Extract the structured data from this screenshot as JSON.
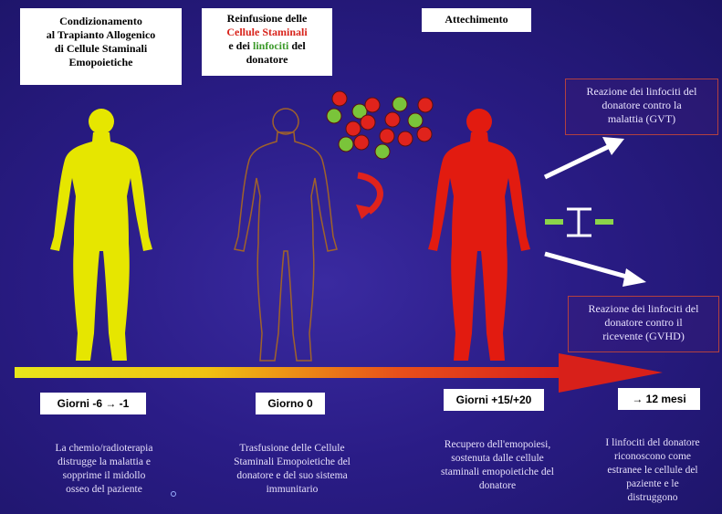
{
  "header_boxes": {
    "conditioning": [
      "Condizionamento",
      "al Trapianto Allogenico",
      "di Cellule Staminali",
      "Emopoietiche"
    ],
    "reinfusion": {
      "line1": "Reinfusione delle",
      "line2": "Cellule Staminali",
      "line3_a": "e dei ",
      "line3_b": "linfociti",
      "line3_c": " del",
      "line4": "donatore"
    },
    "engraftment": "Attechimento"
  },
  "outcome_boxes": {
    "gvt": [
      "Reazione dei linfociti del",
      "donatore contro la",
      "malattia (GVT)"
    ],
    "gvhd": [
      "Reazione dei linfociti del",
      "donatore contro il",
      "ricevente (GVHD)"
    ]
  },
  "timeline": {
    "labels": [
      "Giorni -6 → -1",
      "Giorno 0",
      "Giorni +15/+20",
      "→ 12 mesi"
    ]
  },
  "descriptions": {
    "d1": [
      "La chemio/radioterapia",
      "distrugge la malattia e",
      "sopprime il midollo",
      "osseo del paziente"
    ],
    "d2": [
      "Trasfusione delle Cellule",
      "Staminali Emopoietiche del",
      "donatore e del suo sistema",
      "immunitario"
    ],
    "d3": [
      "Recupero dell'emopoiesi,",
      "sostenuta dalle cellule",
      "staminali emopoietiche del",
      "donatore"
    ],
    "d4": [
      "I linfociti del donatore",
      "riconoscono come",
      "estranee le cellule del",
      "paziente e le",
      "distruggono"
    ]
  },
  "colors": {
    "background": "#2a1c86",
    "patient_figure": "#e6e600",
    "outline_figure": "#a0622a",
    "engrafted_figure": "#e21b10",
    "red_cell": "#e0231c",
    "green_cell": "#7ac43a"
  }
}
